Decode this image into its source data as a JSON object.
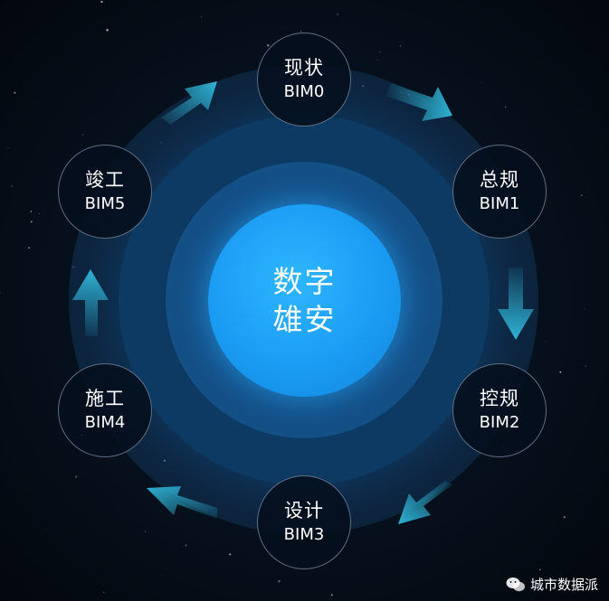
{
  "center": {
    "line1": "数字",
    "line2": "雄安"
  },
  "nodes": [
    {
      "zh": "现状",
      "bim": "BIM0"
    },
    {
      "zh": "总规",
      "bim": "BIM1"
    },
    {
      "zh": "控规",
      "bim": "BIM2"
    },
    {
      "zh": "设计",
      "bim": "BIM3"
    },
    {
      "zh": "施工",
      "bim": "BIM4"
    },
    {
      "zh": "竣工",
      "bim": "BIM5"
    }
  ],
  "watermark": {
    "text": "城市数据派",
    "icon": "wechat-icon"
  },
  "colors": {
    "center": "#1a9cf4",
    "arrow": "#2fb3d6",
    "ring": "#0d3a63"
  }
}
